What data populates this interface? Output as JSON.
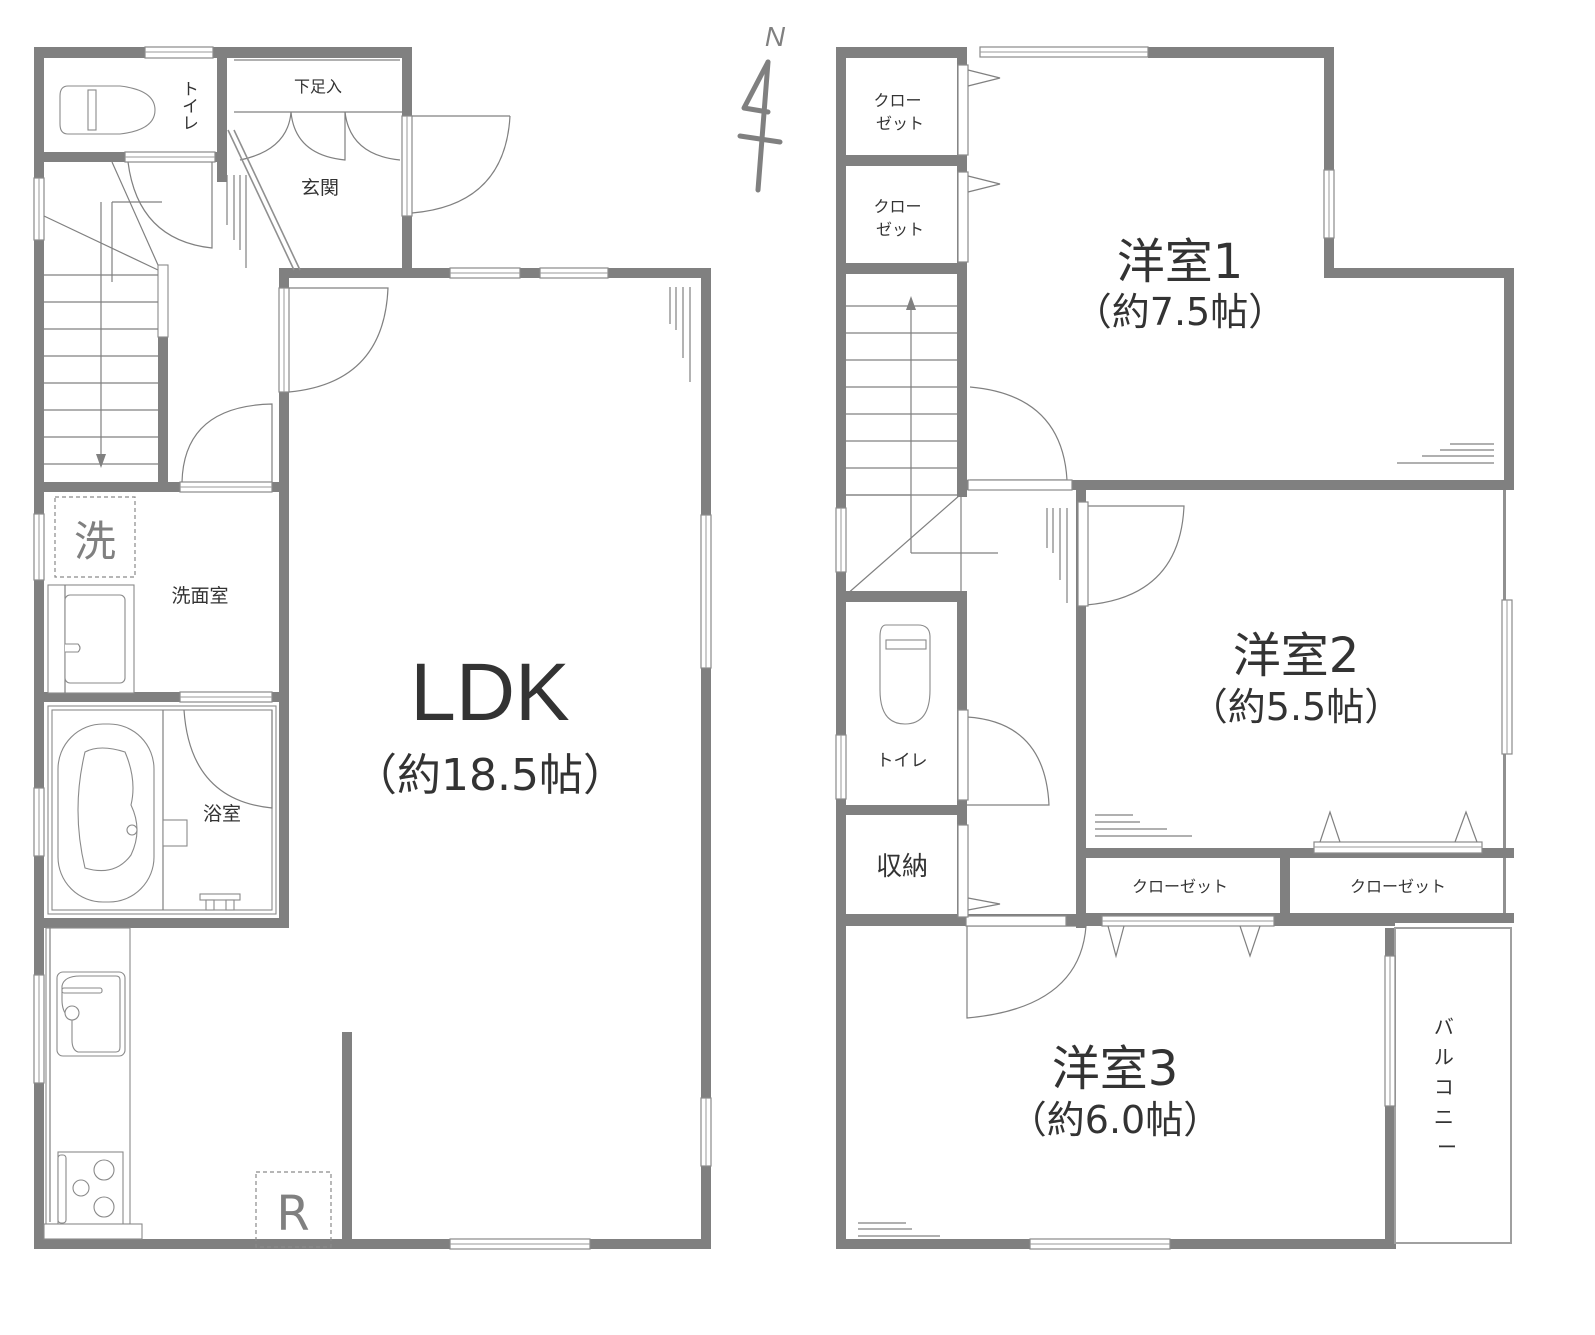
{
  "compass": {
    "label": "N"
  },
  "floor1": {
    "rooms": {
      "toilet": {
        "label": "トイレ"
      },
      "shoe_cabinet": {
        "label": "下足入"
      },
      "entrance": {
        "label": "玄関"
      },
      "laundry_mark": {
        "label": "洗"
      },
      "washroom": {
        "label": "洗面室"
      },
      "bathroom": {
        "label": "浴室"
      },
      "ldk": {
        "label": "LDK",
        "area": "（約18.5帖）"
      },
      "fridge_mark": {
        "label": "R"
      }
    }
  },
  "floor2": {
    "rooms": {
      "closet_a": {
        "label_line1": "クロー",
        "label_line2": "ゼット"
      },
      "closet_b": {
        "label_line1": "クロー",
        "label_line2": "ゼット"
      },
      "western1": {
        "label": "洋室1",
        "area": "（約7.5帖）"
      },
      "western2": {
        "label": "洋室2",
        "area": "（約5.5帖）"
      },
      "western3": {
        "label": "洋室3",
        "area": "（約6.0帖）"
      },
      "toilet": {
        "label": "トイレ"
      },
      "storage": {
        "label": "収納"
      },
      "closet_c": {
        "label": "クローゼット"
      },
      "closet_d": {
        "label": "クローゼット"
      },
      "balcony": {
        "label": [
          "バ",
          "ル",
          "コ",
          "ニ",
          "ー"
        ]
      }
    }
  },
  "colors": {
    "wall": "#808080",
    "text": "#333333",
    "background": "#ffffff"
  }
}
